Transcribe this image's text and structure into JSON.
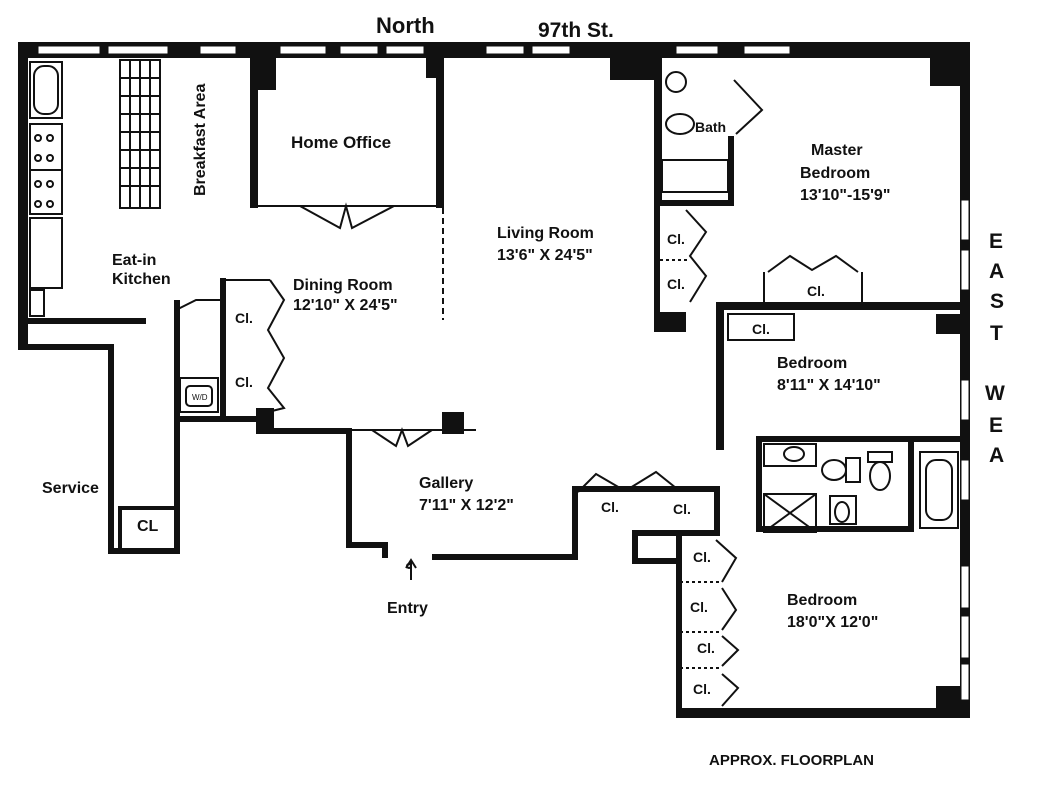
{
  "street": {
    "north": "North",
    "street_name": "97th St."
  },
  "east_side": {
    "letters": [
      "E",
      "A",
      "S",
      "T"
    ],
    "letters2": [
      "W",
      "E",
      "A"
    ]
  },
  "rooms": {
    "breakfast": "Breakfast Area",
    "home_office": "Home Office",
    "eat_in_line1": "Eat-in",
    "eat_in_line2": "Kitchen",
    "dining_name": "Dining Room",
    "dining_dim": "12'10\" X 24'5\"",
    "living_name": "Living Room",
    "living_dim": "13'6\" X 24'5\"",
    "bath": "Bath",
    "master_line1": "Master",
    "master_line2": "Bedroom",
    "master_dim": "13'10\"-15'9\"",
    "bed1_name": "Bedroom",
    "bed1_dim": "8'11\" X 14'10\"",
    "bed2_name": "Bedroom",
    "bed2_dim": "18'0\"X 12'0\"",
    "gallery_name": "Gallery",
    "gallery_dim": "7'11\" X 12'2\"",
    "service": "Service",
    "entry": "Entry",
    "cl_upper": "CL",
    "cl": "Cl.",
    "wd": "W/D"
  },
  "footer": {
    "note": "APPROX. FLOORPLAN"
  }
}
